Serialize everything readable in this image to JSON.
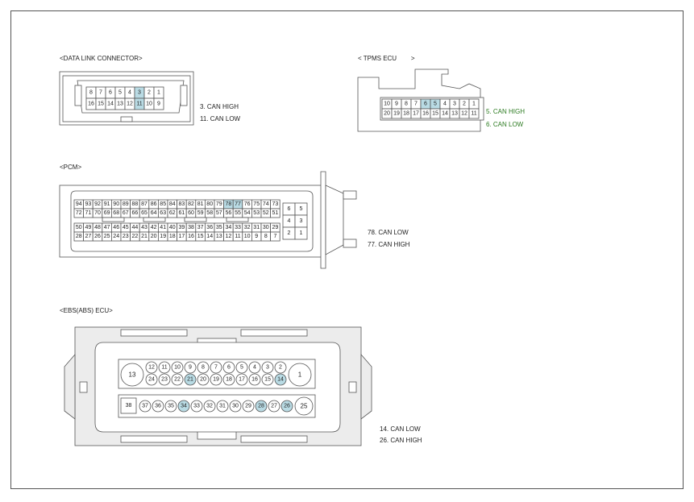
{
  "dlc": {
    "title": "<DATA LINK CONNECTOR>",
    "row1": [
      "8",
      "7",
      "6",
      "5",
      "4",
      "3",
      "2",
      "1"
    ],
    "row2": [
      "16",
      "15",
      "14",
      "13",
      "12",
      "11",
      "10",
      "9"
    ],
    "highlight": [
      "3",
      "11"
    ],
    "notes": [
      "3. CAN HIGH",
      "11. CAN LOW"
    ]
  },
  "tpms": {
    "title": "< TPMS ECU        >",
    "row1": [
      "10",
      "9",
      "8",
      "7",
      "6",
      "5",
      "4",
      "3",
      "2",
      "1"
    ],
    "row2": [
      "20",
      "19",
      "18",
      "17",
      "16",
      "15",
      "14",
      "13",
      "12",
      "11"
    ],
    "highlight": [
      "6",
      "5"
    ],
    "notes": [
      "5. CAN HIGH",
      "6. CAN LOW"
    ]
  },
  "pcm": {
    "title": "<PCM>",
    "row1": [
      "94",
      "93",
      "92",
      "91",
      "90",
      "89",
      "88",
      "87",
      "86",
      "85",
      "84",
      "83",
      "82",
      "81",
      "80",
      "79",
      "78",
      "77",
      "76",
      "75",
      "74",
      "73"
    ],
    "row2": [
      "72",
      "71",
      "70",
      "69",
      "68",
      "67",
      "66",
      "65",
      "64",
      "63",
      "62",
      "61",
      "60",
      "59",
      "58",
      "57",
      "56",
      "55",
      "54",
      "53",
      "52",
      "51"
    ],
    "row3": [
      "50",
      "49",
      "48",
      "47",
      "46",
      "45",
      "44",
      "43",
      "42",
      "41",
      "40",
      "39",
      "38",
      "37",
      "36",
      "35",
      "34",
      "33",
      "32",
      "31",
      "30",
      "29"
    ],
    "row4": [
      "28",
      "27",
      "26",
      "25",
      "24",
      "23",
      "22",
      "21",
      "20",
      "19",
      "18",
      "17",
      "16",
      "15",
      "14",
      "13",
      "12",
      "11",
      "10",
      "9",
      "8",
      "7"
    ],
    "side": [
      [
        "6",
        "5"
      ],
      [
        "4",
        "3"
      ],
      [
        "2",
        "1"
      ]
    ],
    "highlight": [
      "78",
      "77"
    ],
    "notes": [
      "78. CAN LOW",
      "77. CAN HIGH"
    ]
  },
  "ebs": {
    "title": "<EBS(ABS) ECU>",
    "row1": [
      "12",
      "11",
      "10",
      "9",
      "8",
      "7",
      "6",
      "5",
      "4",
      "3",
      "2"
    ],
    "row2": [
      "24",
      "23",
      "22",
      "21",
      "20",
      "19",
      "18",
      "17",
      "16",
      "15",
      "14"
    ],
    "row3": [
      "37",
      "36",
      "35",
      "34",
      "33",
      "32",
      "31",
      "30",
      "29",
      "28",
      "27",
      "26"
    ],
    "big": {
      "left": "13",
      "right": "1",
      "left2": "38",
      "right2": "25"
    },
    "highlight": [
      "21",
      "14",
      "34",
      "28",
      "26"
    ],
    "notes": [
      "14. CAN LOW",
      "26. CAN HIGH"
    ]
  },
  "colors": {
    "highlight": "#b9dbe4",
    "stroke": "#555555",
    "body": "#ececec",
    "note_green": "#2b7a1f"
  }
}
